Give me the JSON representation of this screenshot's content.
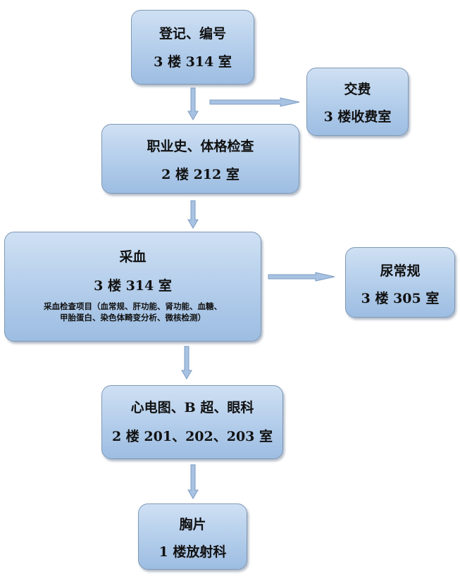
{
  "nodes": {
    "registration": {
      "title": "登记、编号",
      "room": "3 楼 314 室"
    },
    "payment": {
      "title": "交费",
      "room": "3 楼收费室"
    },
    "physical": {
      "title": "职业史、体格检查",
      "room": "2 楼 212 室"
    },
    "blood": {
      "title": "采血",
      "room": "3 楼 314 室",
      "note_line1": "采血检查项目（血常规、肝功能、肾功能、血糖、",
      "note_line2": "甲胎蛋白、染色体畸变分析、微核检测）"
    },
    "urine": {
      "title": "尿常规",
      "room": "3 楼 305 室"
    },
    "ecg": {
      "title": "心电图、B 超、眼科",
      "room": "2 楼 201、202、203 室"
    },
    "xray": {
      "title": "胸片",
      "room": "1 楼放射科"
    }
  },
  "colors": {
    "box_fill_top": "#cfe0f3",
    "box_fill_bottom": "#9dbde2",
    "box_border": "#7f99b6",
    "arrow_fill": "#a7c2e2",
    "arrow_stroke": "#7d9cc2"
  }
}
